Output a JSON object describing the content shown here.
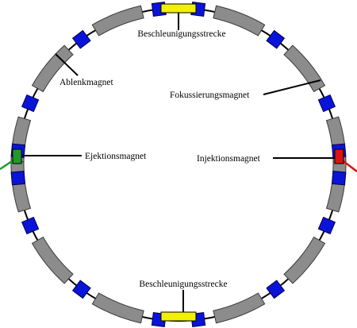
{
  "labels": {
    "accel_top": "Beschleunigungsstrecke",
    "accel_bottom": "Beschleunigungsstrecke",
    "bending_magnet": "Ablenkmagnet",
    "focusing_magnet": "Fokussierungsmagnet",
    "ejection_magnet": "Ejektionsmagnet",
    "injection_magnet": "Injektionsmagnet"
  },
  "colors": {
    "bending_magnet": "#8c8c8c",
    "focusing_magnet": "#0a14d8",
    "acceleration_section": "#f2f200",
    "ejection_magnet": "#1f9a2a",
    "injection_magnet": "#e01010",
    "beam_line": "#000000"
  },
  "icons": {
    "bending_magnet": "gray-arc-segment",
    "focusing_magnet": "blue-square",
    "acceleration_section": "yellow-rectangle",
    "ejection_magnet": "green-square",
    "injection_magnet": "red-square"
  }
}
